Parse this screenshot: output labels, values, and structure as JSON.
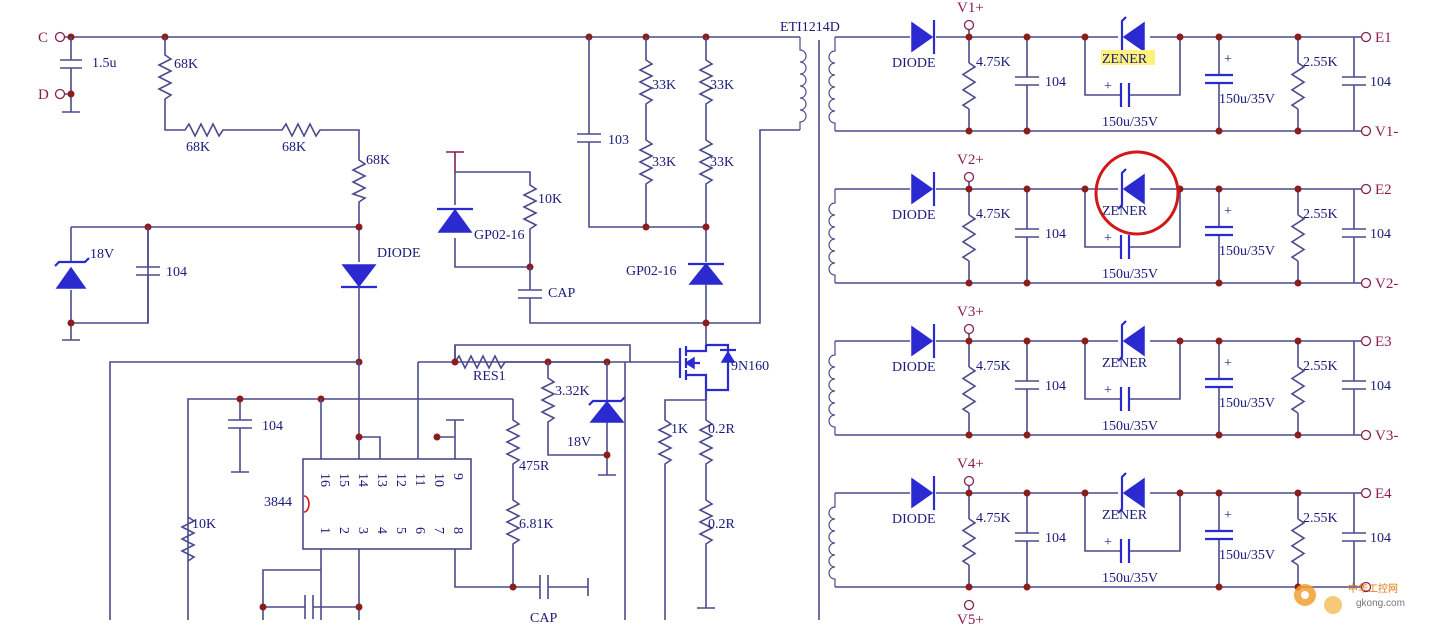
{
  "inputs": {
    "c": "C",
    "d": "D"
  },
  "transformer": "ETI1214D",
  "left": {
    "cap_1u5": "1.5u",
    "r68k": "68K",
    "zener18": "18V",
    "c104": "104",
    "diode": "DIODE",
    "gp02_a": "GP02-16",
    "r10k": "10K",
    "cap": "CAP",
    "c103": "103",
    "r33k": "33K",
    "gp02_b": "GP02-16",
    "mosfet": "9N160",
    "res1": "RES1",
    "r3_32k": "3.32K",
    "zener18b": "18V",
    "r475": "475R",
    "r6_81k": "6.81K",
    "cap2": "CAP",
    "r1k": "1K",
    "r0_2": "0.2R",
    "c104b": "104",
    "r10k_b": "10K",
    "ic": "3844",
    "ic_pins_top": [
      "16",
      "15",
      "14",
      "13",
      "12",
      "11",
      "10",
      "9"
    ],
    "ic_pins_bottom": [
      "1",
      "2",
      "3",
      "4",
      "5",
      "6",
      "7",
      "8"
    ]
  },
  "outputs": [
    {
      "top": "V1+",
      "e": "E1",
      "neg": "V1-",
      "diode": "DIODE",
      "r1": "4.75K",
      "c1": "104",
      "zener": "ZENER",
      "cap": "150u/35V",
      "ecap": "150u/35V",
      "r2": "2.55K",
      "c2": "104"
    },
    {
      "top": "V2+",
      "e": "E2",
      "neg": "V2-",
      "diode": "DIODE",
      "r1": "4.75K",
      "c1": "104",
      "zener": "ZENER",
      "cap": "150u/35V",
      "ecap": "150u/35V",
      "r2": "2.55K",
      "c2": "104"
    },
    {
      "top": "V3+",
      "e": "E3",
      "neg": "V3-",
      "diode": "DIODE",
      "r1": "4.75K",
      "c1": "104",
      "zener": "ZENER",
      "cap": "150u/35V",
      "ecap": "150u/35V",
      "r2": "2.55K",
      "c2": "104"
    },
    {
      "top": "V4+",
      "e": "E4",
      "neg": "",
      "diode": "DIODE",
      "r1": "4.75K",
      "c1": "104",
      "zener": "ZENER",
      "cap": "150u/35V",
      "ecap": "150u/35V",
      "r2": "2.55K",
      "c2": "104"
    }
  ],
  "v5": "V5+",
  "plus": "+",
  "watermark": {
    "cn": "中华工控网",
    "url": "gkong.com"
  },
  "colors": {
    "wire": "#4b4b8c",
    "component": "#2a2ad0",
    "node": "#8b1d1d",
    "highlight_circle": "#d01818"
  }
}
